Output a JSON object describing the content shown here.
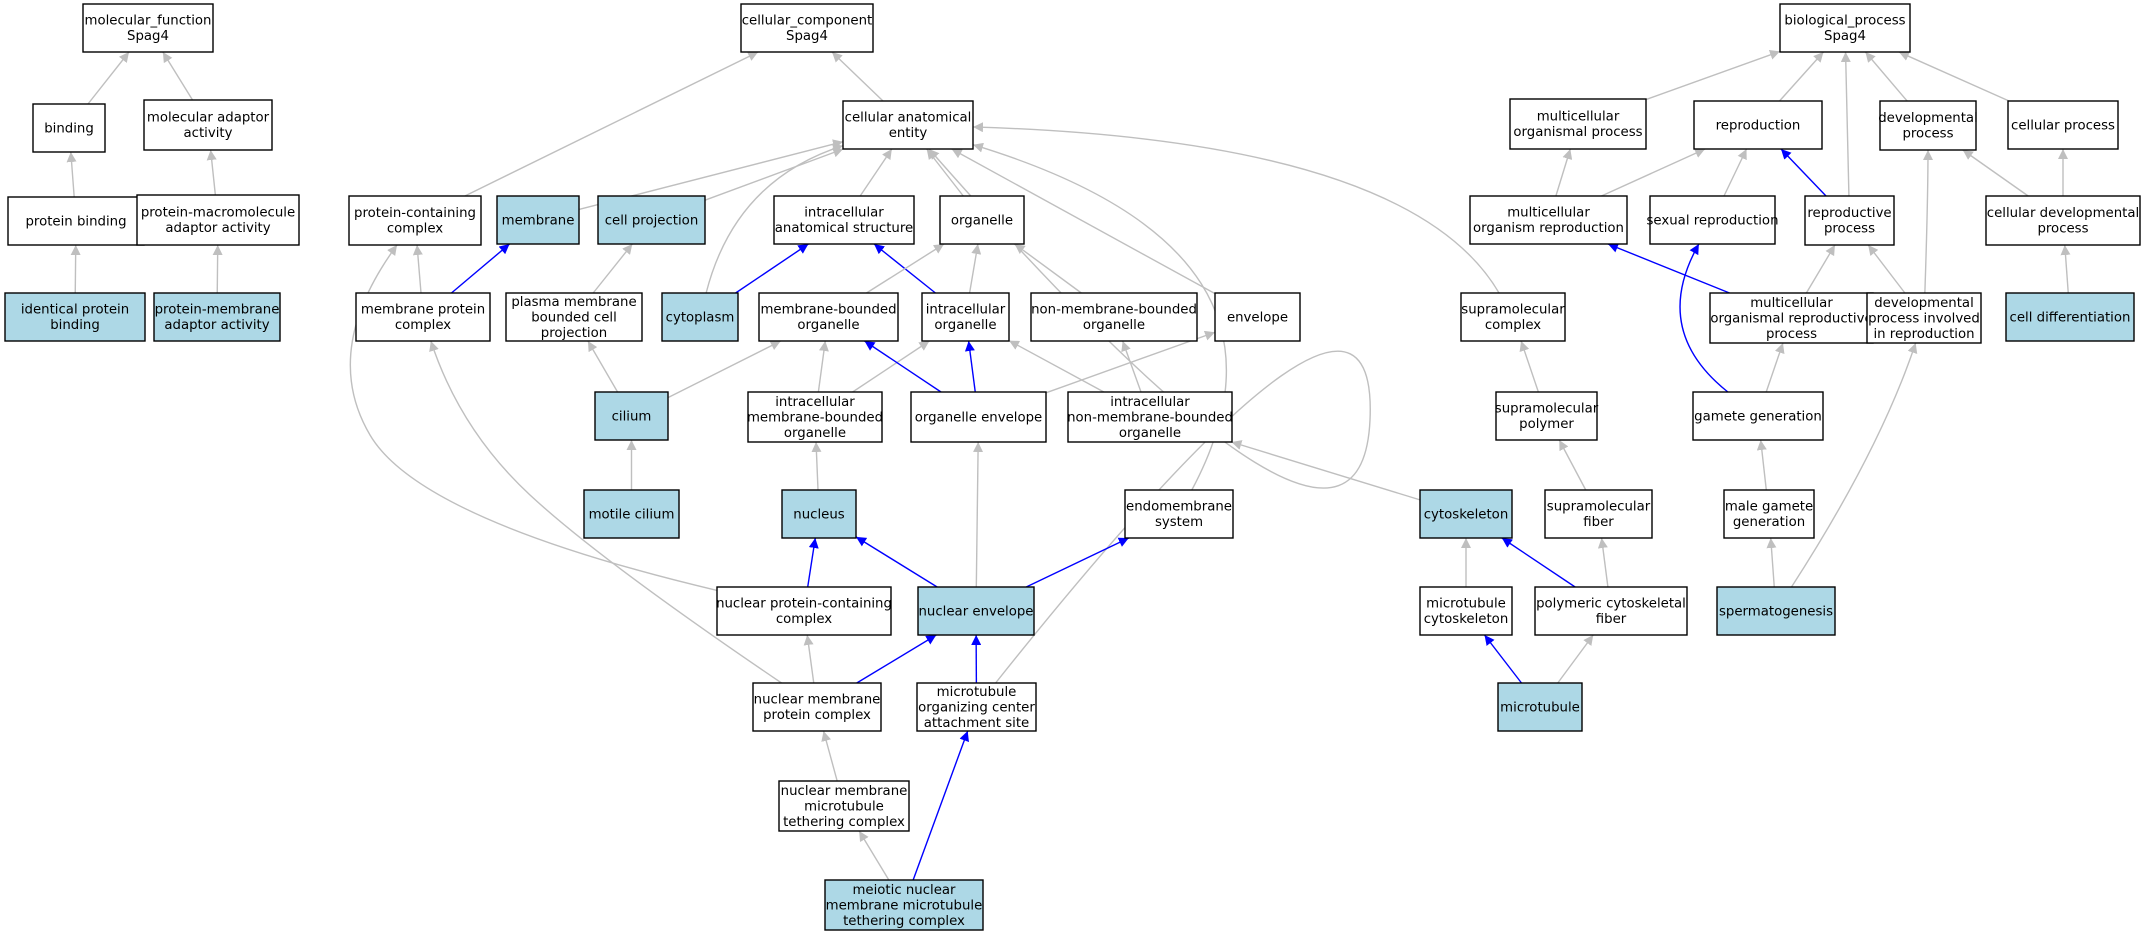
{
  "colors": {
    "highlight_fill": "#ADD8E6",
    "normal_fill": "#FFFFFF",
    "is_a_edge": "#BFBFBF",
    "part_of_edge": "#0000FF"
  },
  "nodes": [
    {
      "id": "mf",
      "lines": [
        "molecular_function",
        "Spag4"
      ],
      "hl": false
    },
    {
      "id": "binding",
      "lines": [
        "binding"
      ],
      "hl": false
    },
    {
      "id": "mol_adaptor",
      "lines": [
        "molecular adaptor",
        "activity"
      ],
      "hl": false
    },
    {
      "id": "protein_binding",
      "lines": [
        "protein binding"
      ],
      "hl": false
    },
    {
      "id": "pm_adaptor",
      "lines": [
        "protein-macromolecule",
        "adaptor activity"
      ],
      "hl": false
    },
    {
      "id": "ident_binding",
      "lines": [
        "identical protein",
        "binding"
      ],
      "hl": true
    },
    {
      "id": "pmem_adaptor",
      "lines": [
        "protein-membrane",
        "adaptor activity"
      ],
      "hl": true
    },
    {
      "id": "cc",
      "lines": [
        "cellular_component",
        "Spag4"
      ],
      "hl": false
    },
    {
      "id": "cae",
      "lines": [
        "cellular anatomical",
        "entity"
      ],
      "hl": false
    },
    {
      "id": "protein_containing",
      "lines": [
        "protein-containing",
        "complex"
      ],
      "hl": false
    },
    {
      "id": "membrane",
      "lines": [
        "membrane"
      ],
      "hl": true
    },
    {
      "id": "cell_projection",
      "lines": [
        "cell projection"
      ],
      "hl": true
    },
    {
      "id": "ias",
      "lines": [
        "intracellular",
        "anatomical structure"
      ],
      "hl": false
    },
    {
      "id": "organelle",
      "lines": [
        "organelle"
      ],
      "hl": false
    },
    {
      "id": "mpc",
      "lines": [
        "membrane protein",
        "complex"
      ],
      "hl": false
    },
    {
      "id": "pmbcp",
      "lines": [
        "plasma membrane",
        "bounded cell",
        "projection"
      ],
      "hl": false
    },
    {
      "id": "cytoplasm",
      "lines": [
        "cytoplasm"
      ],
      "hl": true
    },
    {
      "id": "mbo",
      "lines": [
        "membrane-bounded",
        "organelle"
      ],
      "hl": false
    },
    {
      "id": "io",
      "lines": [
        "intracellular",
        "organelle"
      ],
      "hl": false
    },
    {
      "id": "nmbo",
      "lines": [
        "non-membrane-bounded",
        "organelle"
      ],
      "hl": false
    },
    {
      "id": "envelope",
      "lines": [
        "envelope"
      ],
      "hl": false
    },
    {
      "id": "cilium",
      "lines": [
        "cilium"
      ],
      "hl": true
    },
    {
      "id": "imbo",
      "lines": [
        "intracellular",
        "membrane-bounded",
        "organelle"
      ],
      "hl": false
    },
    {
      "id": "org_env",
      "lines": [
        "organelle envelope"
      ],
      "hl": false
    },
    {
      "id": "inmbo",
      "lines": [
        "intracellular",
        "non-membrane-bounded",
        "organelle"
      ],
      "hl": false
    },
    {
      "id": "motile_cilium",
      "lines": [
        "motile cilium"
      ],
      "hl": true
    },
    {
      "id": "nucleus",
      "lines": [
        "nucleus"
      ],
      "hl": true
    },
    {
      "id": "endomembrane",
      "lines": [
        "endomembrane",
        "system"
      ],
      "hl": false
    },
    {
      "id": "npcc",
      "lines": [
        "nuclear protein-containing",
        "complex"
      ],
      "hl": false
    },
    {
      "id": "nuc_env",
      "lines": [
        "nuclear envelope"
      ],
      "hl": true
    },
    {
      "id": "nmpc",
      "lines": [
        "nuclear membrane",
        "protein complex"
      ],
      "hl": false
    },
    {
      "id": "mtoc",
      "lines": [
        "microtubule",
        "organizing center",
        "attachment site"
      ],
      "hl": false
    },
    {
      "id": "nmmtc",
      "lines": [
        "nuclear membrane",
        "microtubule",
        "tethering complex"
      ],
      "hl": false
    },
    {
      "id": "mnmmtc",
      "lines": [
        "meiotic nuclear",
        "membrane microtubule",
        "tethering complex"
      ],
      "hl": true
    },
    {
      "id": "supra_complex",
      "lines": [
        "supramolecular",
        "complex"
      ],
      "hl": false
    },
    {
      "id": "supra_polymer",
      "lines": [
        "supramolecular",
        "polymer"
      ],
      "hl": false
    },
    {
      "id": "supra_fiber",
      "lines": [
        "supramolecular",
        "fiber"
      ],
      "hl": false
    },
    {
      "id": "cytoskeleton",
      "lines": [
        "cytoskeleton"
      ],
      "hl": true
    },
    {
      "id": "mt_cytoskeleton",
      "lines": [
        "microtubule",
        "cytoskeleton"
      ],
      "hl": false
    },
    {
      "id": "pcf",
      "lines": [
        "polymeric cytoskeletal",
        "fiber"
      ],
      "hl": false
    },
    {
      "id": "microtubule",
      "lines": [
        "microtubule"
      ],
      "hl": true
    },
    {
      "id": "bp",
      "lines": [
        "biological_process",
        "Spag4"
      ],
      "hl": false
    },
    {
      "id": "mop",
      "lines": [
        "multicellular",
        "organismal process"
      ],
      "hl": false
    },
    {
      "id": "reproduction",
      "lines": [
        "reproduction"
      ],
      "hl": false
    },
    {
      "id": "dev_process",
      "lines": [
        "developmental",
        "process"
      ],
      "hl": false
    },
    {
      "id": "cell_process",
      "lines": [
        "cellular process"
      ],
      "hl": false
    },
    {
      "id": "mor",
      "lines": [
        "multicellular",
        "organism reproduction"
      ],
      "hl": false
    },
    {
      "id": "sexual_repro",
      "lines": [
        "sexual reproduction"
      ],
      "hl": false
    },
    {
      "id": "repro_process",
      "lines": [
        "reproductive",
        "process"
      ],
      "hl": false
    },
    {
      "id": "cdp",
      "lines": [
        "cellular developmental",
        "process"
      ],
      "hl": false
    },
    {
      "id": "morp",
      "lines": [
        "multicellular",
        "organismal reproductive",
        "process"
      ],
      "hl": false
    },
    {
      "id": "dpir",
      "lines": [
        "developmental",
        "process involved",
        "in reproduction"
      ],
      "hl": false
    },
    {
      "id": "cell_diff",
      "lines": [
        "cell differentiation"
      ],
      "hl": true
    },
    {
      "id": "gamete_gen",
      "lines": [
        "gamete generation"
      ],
      "hl": false
    },
    {
      "id": "male_gamete",
      "lines": [
        "male gamete",
        "generation"
      ],
      "hl": false
    },
    {
      "id": "spermatogenesis",
      "lines": [
        "spermatogenesis"
      ],
      "hl": true
    }
  ],
  "edges": [
    {
      "from": "binding",
      "to": "mf",
      "rel": "is_a"
    },
    {
      "from": "mol_adaptor",
      "to": "mf",
      "rel": "is_a"
    },
    {
      "from": "protein_binding",
      "to": "binding",
      "rel": "is_a"
    },
    {
      "from": "pm_adaptor",
      "to": "mol_adaptor",
      "rel": "is_a"
    },
    {
      "from": "ident_binding",
      "to": "protein_binding",
      "rel": "is_a"
    },
    {
      "from": "pmem_adaptor",
      "to": "pm_adaptor",
      "rel": "is_a"
    },
    {
      "from": "cae",
      "to": "cc",
      "rel": "is_a"
    },
    {
      "from": "protein_containing",
      "to": "cc",
      "rel": "is_a"
    },
    {
      "from": "membrane",
      "to": "cae",
      "rel": "is_a"
    },
    {
      "from": "cell_projection",
      "to": "cae",
      "rel": "is_a"
    },
    {
      "from": "ias",
      "to": "cae",
      "rel": "is_a"
    },
    {
      "from": "organelle",
      "to": "cae",
      "rel": "is_a"
    },
    {
      "from": "cytoplasm",
      "to": "cae",
      "rel": "is_a"
    },
    {
      "from": "envelope",
      "to": "cae",
      "rel": "is_a"
    },
    {
      "from": "supra_complex",
      "to": "cae",
      "rel": "is_a"
    },
    {
      "from": "endomembrane",
      "to": "cae",
      "rel": "is_a"
    },
    {
      "from": "mtoc",
      "to": "cae",
      "rel": "is_a"
    },
    {
      "from": "mpc",
      "to": "protein_containing",
      "rel": "is_a"
    },
    {
      "from": "mpc",
      "to": "membrane",
      "rel": "part_of"
    },
    {
      "from": "pmbcp",
      "to": "cell_projection",
      "rel": "is_a"
    },
    {
      "from": "cytoplasm",
      "to": "ias",
      "rel": "part_of"
    },
    {
      "from": "io",
      "to": "ias",
      "rel": "part_of"
    },
    {
      "from": "mbo",
      "to": "organelle",
      "rel": "is_a"
    },
    {
      "from": "io",
      "to": "organelle",
      "rel": "is_a"
    },
    {
      "from": "nmbo",
      "to": "organelle",
      "rel": "is_a"
    },
    {
      "from": "cilium",
      "to": "pmbcp",
      "rel": "is_a"
    },
    {
      "from": "cilium",
      "to": "mbo",
      "rel": "is_a"
    },
    {
      "from": "imbo",
      "to": "mbo",
      "rel": "is_a"
    },
    {
      "from": "imbo",
      "to": "io",
      "rel": "is_a"
    },
    {
      "from": "org_env",
      "to": "mbo",
      "rel": "part_of"
    },
    {
      "from": "org_env",
      "to": "io",
      "rel": "part_of"
    },
    {
      "from": "org_env",
      "to": "envelope",
      "rel": "is_a"
    },
    {
      "from": "inmbo",
      "to": "io",
      "rel": "is_a"
    },
    {
      "from": "inmbo",
      "to": "nmbo",
      "rel": "is_a"
    },
    {
      "from": "motile_cilium",
      "to": "cilium",
      "rel": "is_a"
    },
    {
      "from": "nucleus",
      "to": "imbo",
      "rel": "is_a"
    },
    {
      "from": "nuc_env",
      "to": "org_env",
      "rel": "is_a"
    },
    {
      "from": "nuc_env",
      "to": "nucleus",
      "rel": "part_of"
    },
    {
      "from": "nuc_env",
      "to": "endomembrane",
      "rel": "part_of"
    },
    {
      "from": "npcc",
      "to": "nucleus",
      "rel": "part_of"
    },
    {
      "from": "npcc",
      "to": "protein_containing",
      "rel": "is_a"
    },
    {
      "from": "nmpc",
      "to": "npcc",
      "rel": "is_a"
    },
    {
      "from": "nmpc",
      "to": "mpc",
      "rel": "is_a"
    },
    {
      "from": "nmpc",
      "to": "nuc_env",
      "rel": "part_of"
    },
    {
      "from": "mtoc",
      "to": "nuc_env",
      "rel": "part_of"
    },
    {
      "from": "nmmtc",
      "to": "nmpc",
      "rel": "is_a"
    },
    {
      "from": "mnmmtc",
      "to": "nmmtc",
      "rel": "is_a"
    },
    {
      "from": "mnmmtc",
      "to": "mtoc",
      "rel": "part_of"
    },
    {
      "from": "supra_polymer",
      "to": "supra_complex",
      "rel": "is_a"
    },
    {
      "from": "supra_fiber",
      "to": "supra_polymer",
      "rel": "is_a"
    },
    {
      "from": "cytoskeleton",
      "to": "inmbo",
      "rel": "is_a"
    },
    {
      "from": "mt_cytoskeleton",
      "to": "cytoskeleton",
      "rel": "is_a"
    },
    {
      "from": "pcf",
      "to": "cytoskeleton",
      "rel": "part_of"
    },
    {
      "from": "pcf",
      "to": "supra_fiber",
      "rel": "is_a"
    },
    {
      "from": "microtubule",
      "to": "mt_cytoskeleton",
      "rel": "part_of"
    },
    {
      "from": "microtubule",
      "to": "pcf",
      "rel": "is_a"
    },
    {
      "from": "mop",
      "to": "bp",
      "rel": "is_a"
    },
    {
      "from": "reproduction",
      "to": "bp",
      "rel": "is_a"
    },
    {
      "from": "repro_process",
      "to": "bp",
      "rel": "is_a"
    },
    {
      "from": "dev_process",
      "to": "bp",
      "rel": "is_a"
    },
    {
      "from": "cell_process",
      "to": "bp",
      "rel": "is_a"
    },
    {
      "from": "mor",
      "to": "mop",
      "rel": "is_a"
    },
    {
      "from": "mor",
      "to": "reproduction",
      "rel": "is_a"
    },
    {
      "from": "sexual_repro",
      "to": "reproduction",
      "rel": "is_a"
    },
    {
      "from": "repro_process",
      "to": "reproduction",
      "rel": "part_of"
    },
    {
      "from": "cdp",
      "to": "dev_process",
      "rel": "is_a"
    },
    {
      "from": "cdp",
      "to": "cell_process",
      "rel": "is_a"
    },
    {
      "from": "morp",
      "to": "mor",
      "rel": "part_of"
    },
    {
      "from": "morp",
      "to": "repro_process",
      "rel": "is_a"
    },
    {
      "from": "dpir",
      "to": "repro_process",
      "rel": "is_a"
    },
    {
      "from": "dpir",
      "to": "dev_process",
      "rel": "is_a"
    },
    {
      "from": "cell_diff",
      "to": "cdp",
      "rel": "is_a"
    },
    {
      "from": "gamete_gen",
      "to": "sexual_repro",
      "rel": "part_of"
    },
    {
      "from": "gamete_gen",
      "to": "morp",
      "rel": "is_a"
    },
    {
      "from": "male_gamete",
      "to": "gamete_gen",
      "rel": "is_a"
    },
    {
      "from": "spermatogenesis",
      "to": "male_gamete",
      "rel": "is_a"
    },
    {
      "from": "spermatogenesis",
      "to": "dpir",
      "rel": "is_a"
    }
  ]
}
